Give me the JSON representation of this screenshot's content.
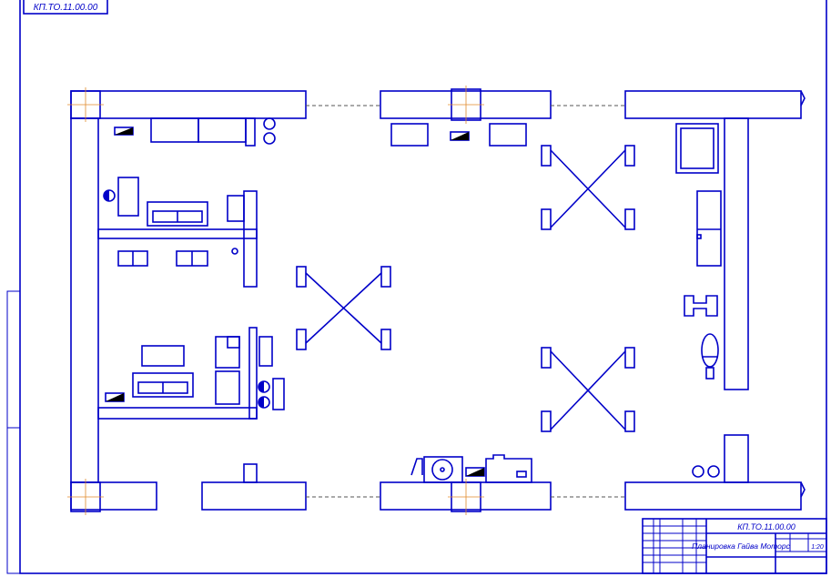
{
  "drawing": {
    "top_code": "КП.ТО.11.00.00",
    "stamp": {
      "code": "КП.ТО.11.00.00",
      "title": "Планировка Гайва Моторс",
      "scale": "1:20"
    }
  },
  "colors": {
    "line": "#0000c8",
    "axis": "#e08a2a",
    "background": "#ffffff"
  }
}
